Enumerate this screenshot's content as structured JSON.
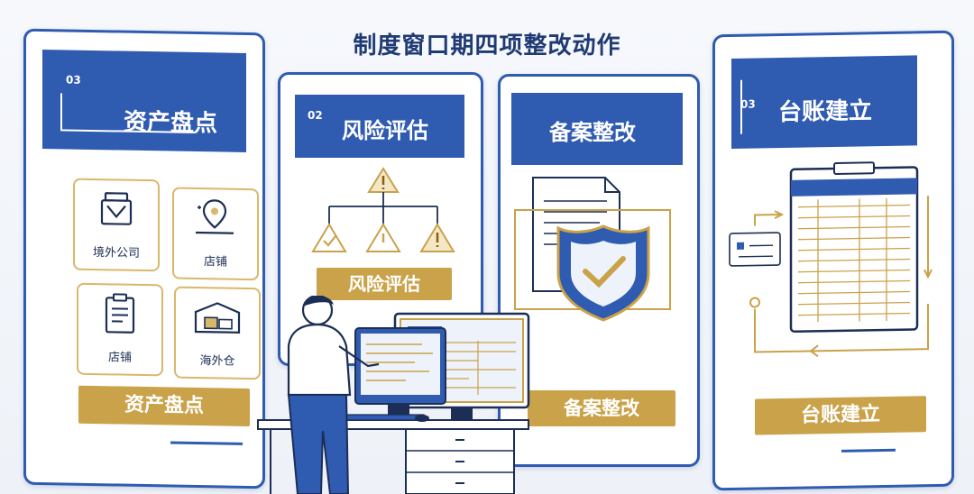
{
  "title": "制度窗口期四项整改动作",
  "panels": [
    {
      "num": "03",
      "header": "资产盘点",
      "footer": "资产盘点",
      "cards": [
        {
          "label": "境外公司",
          "icon": "bag-icon"
        },
        {
          "label": "店铺",
          "icon": "location-pin-icon"
        },
        {
          "label": "店铺",
          "icon": "clipboard-icon"
        },
        {
          "label": "海外仓",
          "icon": "warehouse-box-icon"
        }
      ]
    },
    {
      "num": "02",
      "header": "风险评估",
      "footer": "风险评估"
    },
    {
      "header": "备案整改",
      "footer": "备案整改"
    },
    {
      "num": "03",
      "header": "台账建立",
      "footer": "台账建立"
    }
  ],
  "colors": {
    "primary": "#2f5bb0",
    "gold": "#c9a24a",
    "navy": "#1f3f86"
  }
}
